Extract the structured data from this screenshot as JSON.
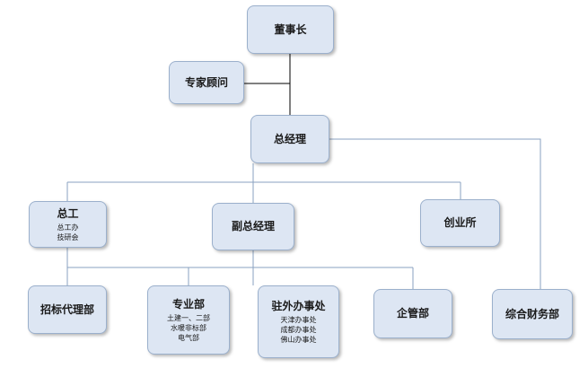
{
  "nodes": {
    "chairman": {
      "title": "董事长"
    },
    "expert": {
      "title": "专家顾问"
    },
    "gm": {
      "title": "总经理"
    },
    "chief_engineer": {
      "title": "总工",
      "sub": [
        "总工办",
        "技研会"
      ]
    },
    "deputy_gm": {
      "title": "副总经理"
    },
    "startup": {
      "title": "创业所"
    },
    "bidding": {
      "title": "招标代理部"
    },
    "specialty": {
      "title": "专业部",
      "sub": [
        "土建一、二部",
        "水暖非标部",
        "电气部"
      ]
    },
    "offices": {
      "title": "驻外办事处",
      "sub": [
        "天津办事处",
        "成都办事处",
        "佛山办事处"
      ]
    },
    "enterprise_mgmt": {
      "title": "企管部"
    },
    "finance": {
      "title": "综合财务部"
    }
  }
}
